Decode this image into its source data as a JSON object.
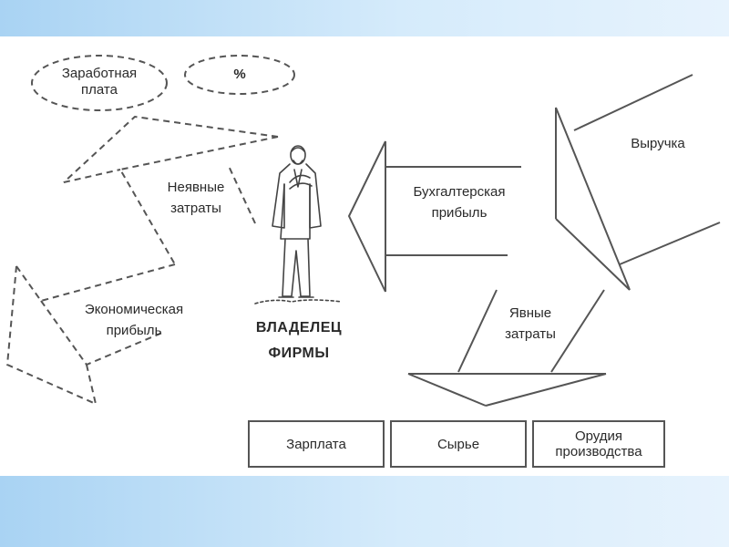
{
  "colors": {
    "band": "#bfe0f8",
    "line": "#555555",
    "text": "#2a2a2a"
  },
  "labels": {
    "wage": "Заработная\nплата",
    "percent": "%",
    "implicit_costs": "Неявные\nзатраты",
    "economic_profit": "Экономическая\nприбыль",
    "owner": "ВЛАДЕЛЕЦ\nФИРМЫ",
    "accounting_profit": "Бухгалтерская\nприбыль",
    "revenue": "Выручка",
    "explicit_costs": "Явные\nзатраты"
  },
  "boxes": [
    "Зарплата",
    "Сырье",
    "Орудия\nпроизводства"
  ],
  "icons": {
    "owner": "businessman-figure-icon"
  }
}
